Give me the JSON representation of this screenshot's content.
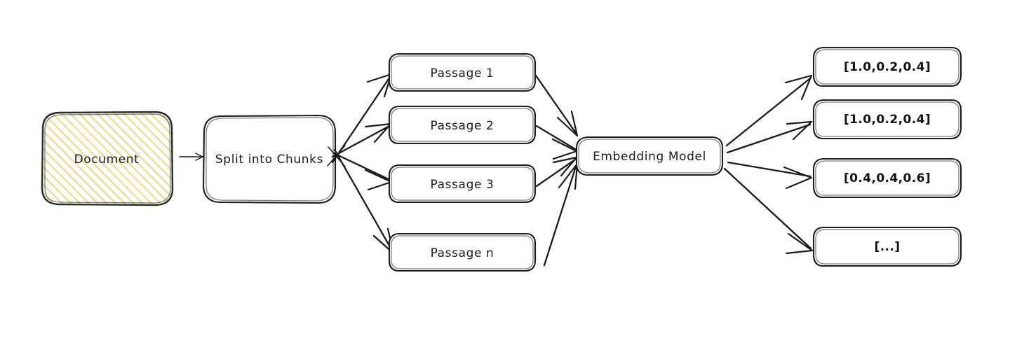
{
  "diagram": {
    "title": "Document embedding pipeline",
    "background_color": "#ffffff",
    "stroke_color": "#1b1b1b",
    "highlight_fill_color": "#f3e6a8",
    "style": "hand-drawn"
  },
  "nodes": {
    "document": {
      "label": "Document",
      "fill": "hatched-yellow"
    },
    "split": {
      "label": "Split into Chunks",
      "fill": "white"
    },
    "embedding_model": {
      "label": "Embedding Model",
      "fill": "white"
    }
  },
  "passages": [
    {
      "label": "Passage 1"
    },
    {
      "label": "Passage 2"
    },
    {
      "label": "Passage 3"
    },
    {
      "label": "Passage n"
    }
  ],
  "vectors": [
    {
      "label": "[1.0,0.2,0.4]"
    },
    {
      "label": "[1.0,0.2,0.4]"
    },
    {
      "label": "[0.4,0.4,0.6]"
    },
    {
      "label": "[...]"
    }
  ],
  "connectors": {
    "document_to_split": "arrow",
    "split_to_passages": "fan-out-arrows",
    "passages_to_model": "fan-in-arrows",
    "model_to_vectors": "fan-out-arrows"
  }
}
